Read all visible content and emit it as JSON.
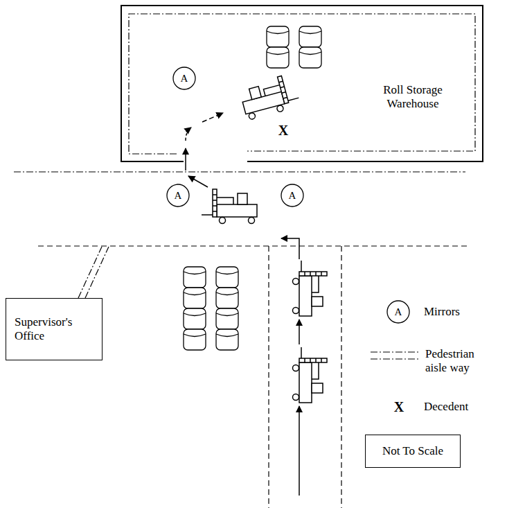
{
  "diagram": {
    "nodes": [
      {
        "text": [
          "A"
        ]
      },
      {
        "text": [
          "A"
        ]
      },
      {
        "text": [
          "A"
        ]
      },
      {
        "text": [
          "Supervisor's Office"
        ]
      },
      {
        "text": [
          "A"
        ]
      },
      {
        "text": [
          "Not To Scale"
        ]
      }
    ],
    "labels": [
      "Roll Storage Warehouse",
      "X",
      "X"
    ],
    "legend": [
      {
        "text": "Mirrors"
      },
      {
        "text": "Pedestrian aisle way"
      },
      {
        "text": "Decedent"
      }
    ]
  }
}
